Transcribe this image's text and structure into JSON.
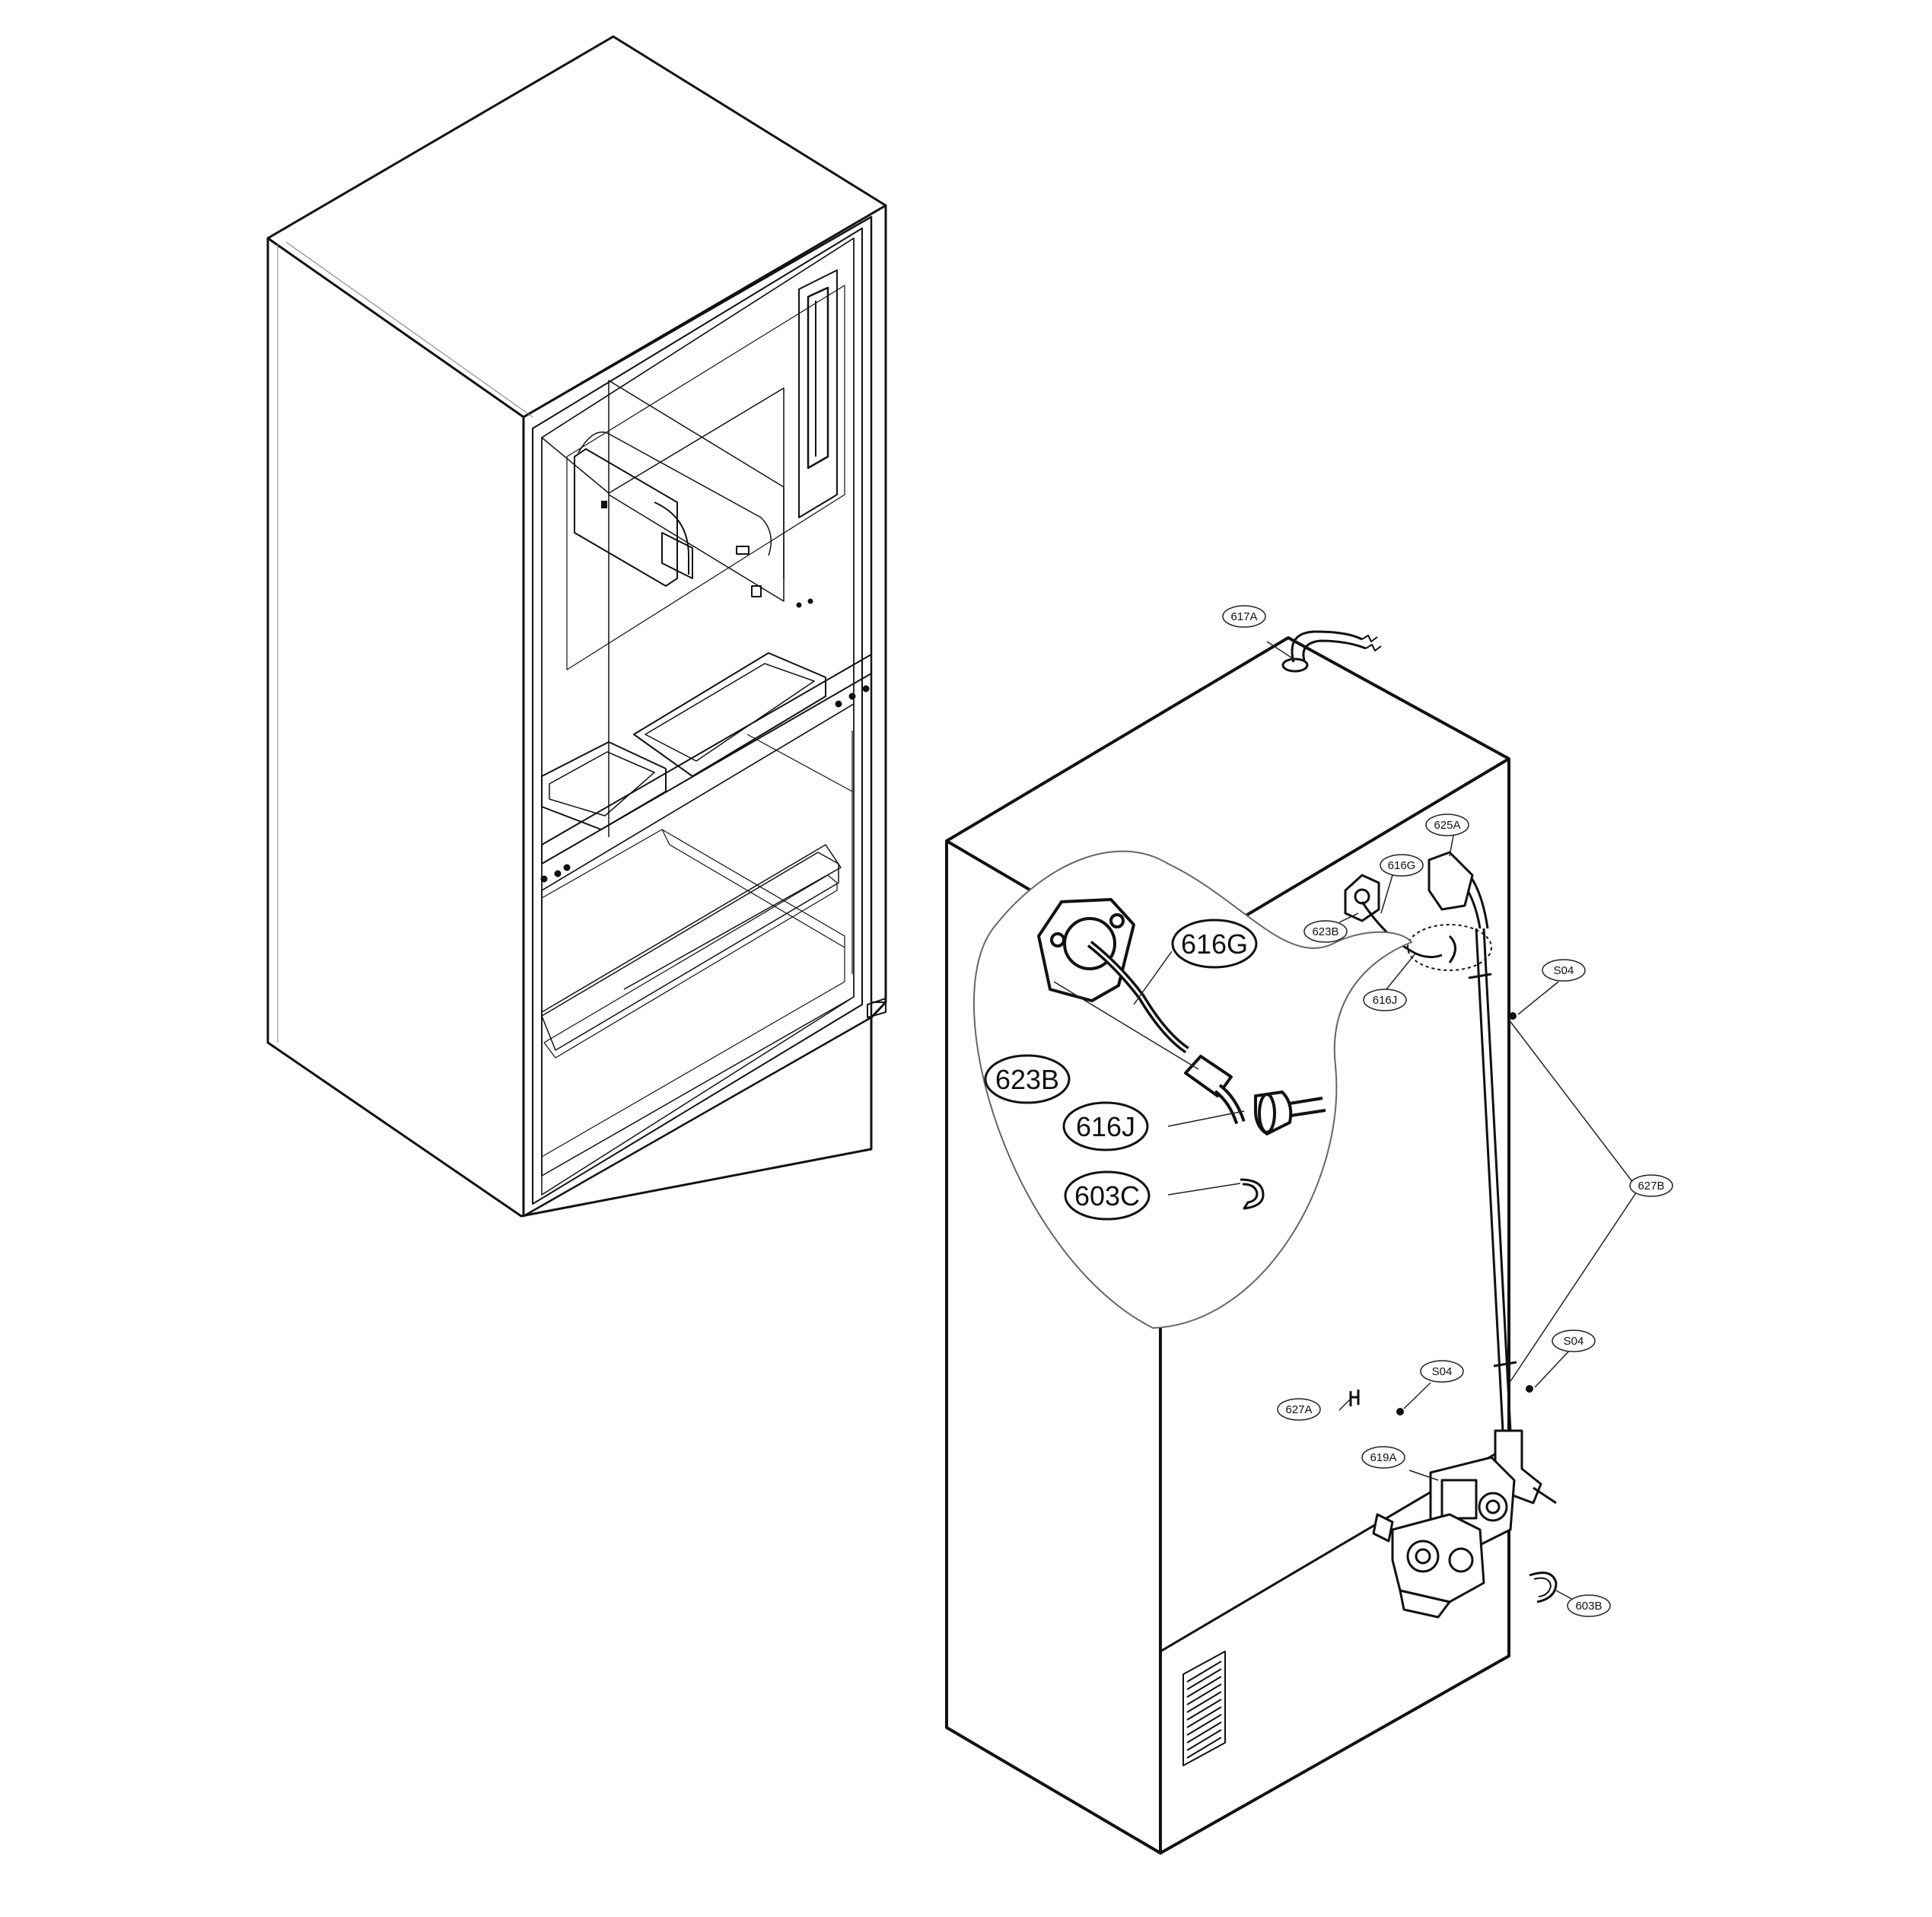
{
  "diagram": {
    "callouts": {
      "c617A": "617A",
      "c625A": "625A",
      "c616G_small": "616G",
      "c623B_small": "623B",
      "c616J_small": "616J",
      "cS04_top": "S04",
      "c627B": "627B",
      "cS04_right": "S04",
      "cS04_mid": "S04",
      "c627A": "627A",
      "c619A": "619A",
      "c603B": "603B"
    },
    "detail_callouts": {
      "c616G": "616G",
      "c623B": "623B",
      "c616J": "616J",
      "c603C": "603C"
    }
  }
}
